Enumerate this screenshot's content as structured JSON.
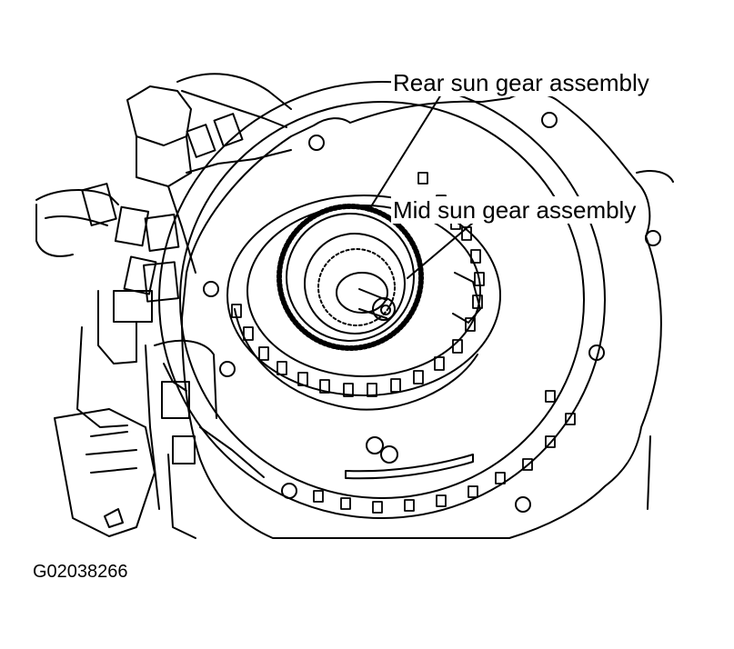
{
  "labels": {
    "rear_sun_gear": "Rear sun gear assembly",
    "mid_sun_gear": "Mid sun gear assembly"
  },
  "figure_id": "G02038266",
  "colors": {
    "line": "#000000",
    "background": "#ffffff"
  }
}
